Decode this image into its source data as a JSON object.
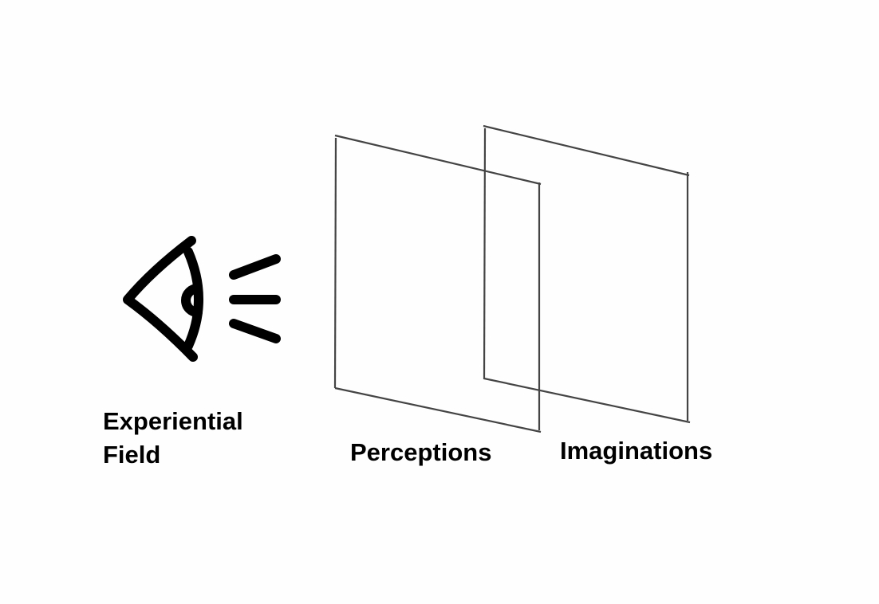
{
  "labels": {
    "experiential_line1": "Experiential",
    "experiential_line2": "Field",
    "perceptions": "Perceptions",
    "imaginations": "Imaginations"
  },
  "colors": {
    "icon": "#000000",
    "panel_stroke": "#444444"
  }
}
